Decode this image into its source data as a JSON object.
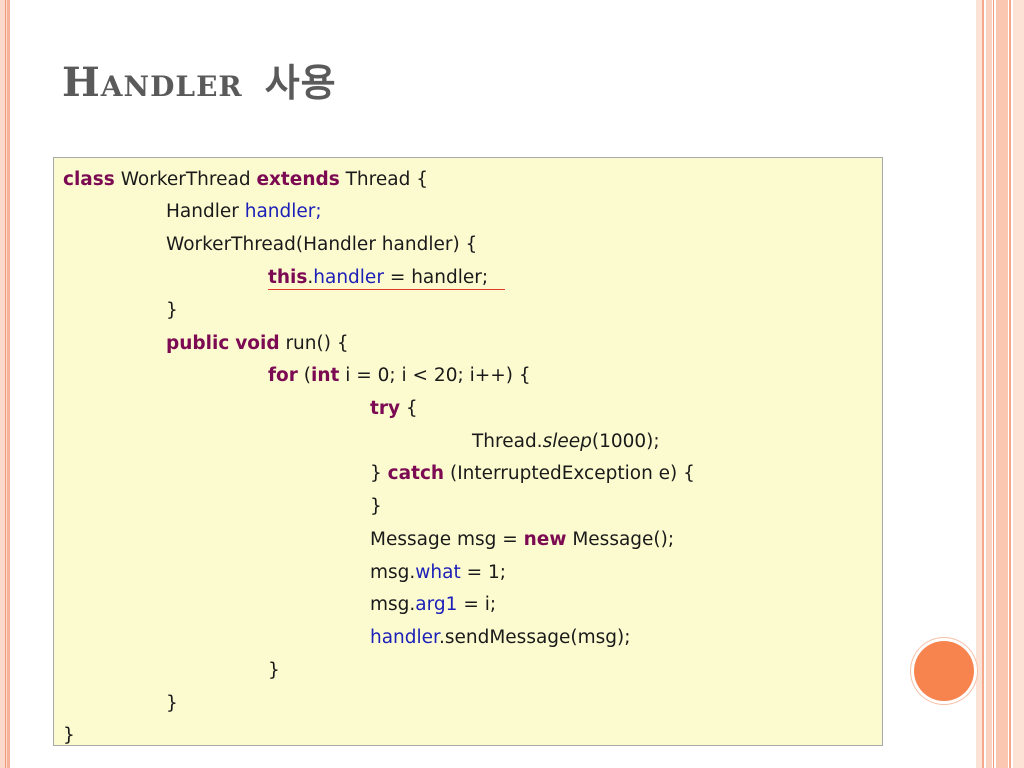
{
  "slide": {
    "title": "Handler",
    "title_ko": "사용"
  },
  "code": {
    "l1": {
      "a": "class",
      "b": " WorkerThread ",
      "c": "extends",
      "d": " Thread {"
    },
    "l2": {
      "a": "Handler ",
      "b": "handler;"
    },
    "l3": {
      "a": "WorkerThread(Handler handler) {"
    },
    "l4": {
      "a": "this",
      "b": ".",
      "c": "handler",
      "d": " = handler;"
    },
    "l5": {
      "a": "}"
    },
    "l6": {
      "a": "public",
      "b": " ",
      "c": "void",
      "d": " run() {"
    },
    "l7": {
      "a": "for",
      "b": " (",
      "c": "int",
      "d": " i = 0; i < 20; i++) {"
    },
    "l8": {
      "a": "try",
      "b": " {"
    },
    "l9": {
      "a": "Thread.",
      "b": "sleep",
      "c": "(1000);"
    },
    "l10": {
      "a": "} ",
      "b": "catch",
      "c": " (InterruptedException e) {"
    },
    "l11": {
      "a": "}"
    },
    "l12": {
      "a": "Message msg = ",
      "b": "new",
      "c": " Message();"
    },
    "l13": {
      "a": "msg.",
      "b": "what",
      "c": " = 1;"
    },
    "l14": {
      "a": "msg.",
      "b": "arg1",
      "c": " = i;"
    },
    "l15": {
      "a": "handler",
      "b": ".sendMessage(msg);"
    },
    "l16": {
      "a": "}"
    },
    "l17": {
      "a": "}"
    },
    "l18": {
      "a": "}"
    }
  },
  "colors": {
    "keyword": "#7b0a52",
    "field": "#1c20b8",
    "code_background": "#fcfbd0",
    "accent_circle": "#f7844f",
    "underline": "#e53b2d"
  }
}
